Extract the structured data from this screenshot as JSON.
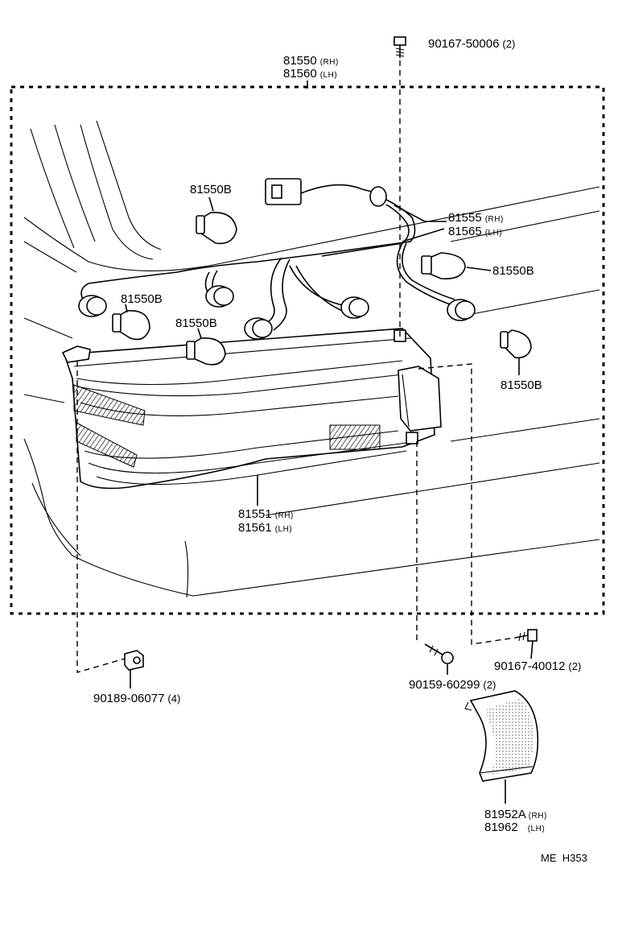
{
  "diagram_id": "ME  H353",
  "parts": {
    "lamp_assembly": {
      "number_rh": "81550",
      "suffix_rh": "(RH)",
      "number_lh": "81560",
      "suffix_lh": "(LH)"
    },
    "lens": {
      "number_rh": "81551",
      "suffix_rh": "(RH)",
      "number_lh": "81561",
      "suffix_lh": "(LH)"
    },
    "socket_wire": {
      "number_rh": "81555",
      "suffix_rh": "(RH)",
      "number_lh": "81565",
      "suffix_lh": "(LH)"
    },
    "bulb_labels": [
      "81550B",
      "81550B",
      "81550B",
      "81550B",
      "81550B"
    ],
    "screw_top": {
      "number": "90167-50006",
      "qty": "(2)"
    },
    "screw_right": {
      "number": "90167-40012",
      "qty": "(2)"
    },
    "bolt": {
      "number": "90159-60299",
      "qty": "(2)"
    },
    "nut": {
      "number": "90189-06077",
      "qty": "(4)"
    },
    "cover": {
      "number_rh": "81952A",
      "suffix_rh": "(RH)",
      "number_lh": "81962",
      "suffix_lh": "(LH)"
    }
  }
}
